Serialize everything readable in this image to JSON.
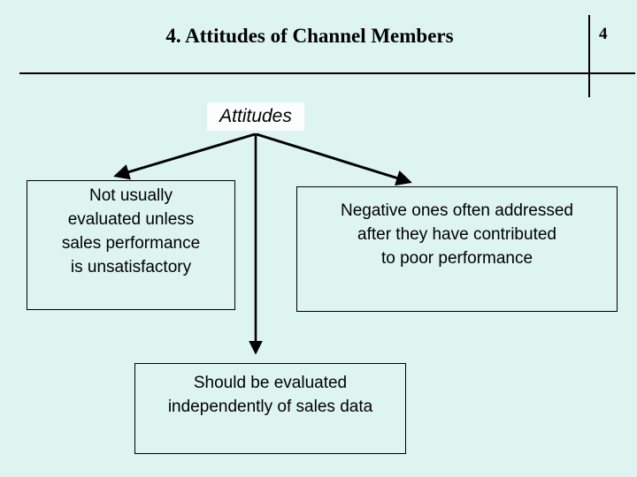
{
  "slide": {
    "title": "4. Attitudes of Channel Members",
    "page_number": "4",
    "background_color": "#ddf4f0",
    "line_color": "#000000",
    "text_color": "#000000"
  },
  "diagram": {
    "root": {
      "label": "Attitudes",
      "background_color": "#fbfefd"
    },
    "branches": [
      {
        "id": "left",
        "text": "Not usually\nevaluated unless\nsales performance\nis unsatisfactory"
      },
      {
        "id": "right",
        "text": "Negative ones often addressed\nafter they have contributed\nto poor performance"
      },
      {
        "id": "bottom",
        "text": "Should be evaluated\nindependently of sales data"
      }
    ]
  }
}
